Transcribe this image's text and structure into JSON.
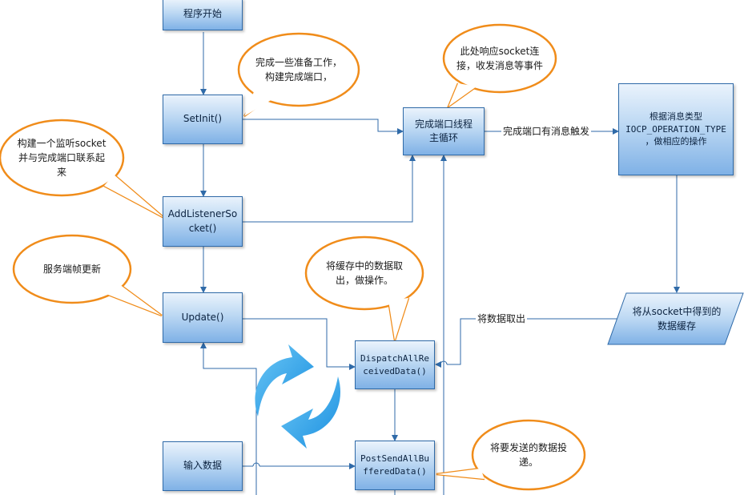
{
  "nodes": {
    "start": "程序开始",
    "setinit": "SetInit()",
    "add_listener": "AddListenerSo\ncket()",
    "update": "Update()",
    "input_data": "输入数据",
    "main_loop": "完成端口线程\n主循环",
    "iocp_handler": "根据消息类型\nIOCP_OPERATION_TYPE\n，做相应的操作",
    "recv_buffer": "将从socket中得到的\n数据缓存",
    "dispatch": "DispatchAllRe\nceivedData()",
    "post_send": "PostSendAllBu\nfferedData()"
  },
  "bubbles": {
    "prepare": "完成一些准备工作，\n构建完成端口，",
    "respond": "此处响应socket连\n接，收发消息等事件",
    "listen": "构建一个监听socket\n并与完成端口联系起\n来",
    "frame_update": "服务端帧更新",
    "take_buffer": "将缓存中的数据取\n出，做操作。",
    "deliver": "将要发送的数据投\n递。"
  },
  "edge_labels": {
    "trigger": "完成端口有消息触发",
    "take_out": "将数据取出"
  },
  "icons": {
    "refresh": "refresh-arrows-icon"
  },
  "colors": {
    "box_border": "#2f6aa8",
    "line": "#2f6aa8",
    "bubble_border": "#f08c1a",
    "arrow_fill": "#2aa3ea"
  }
}
